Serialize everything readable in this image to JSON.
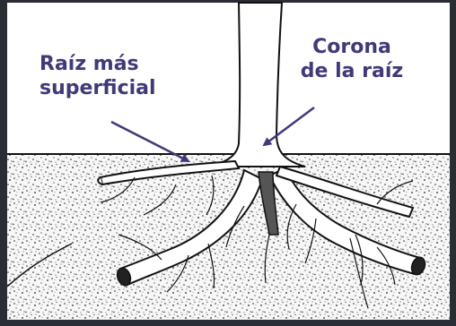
{
  "labels": {
    "shallow_root": [
      "Raíz más",
      "superficial"
    ],
    "root_crown": [
      "Corona",
      "de la raíz"
    ]
  },
  "colors": {
    "background": "#2b2d35",
    "panel": "#ffffff",
    "ink": "#111111",
    "label_text": "#3f3a78",
    "arrow": "#3f3a78"
  }
}
